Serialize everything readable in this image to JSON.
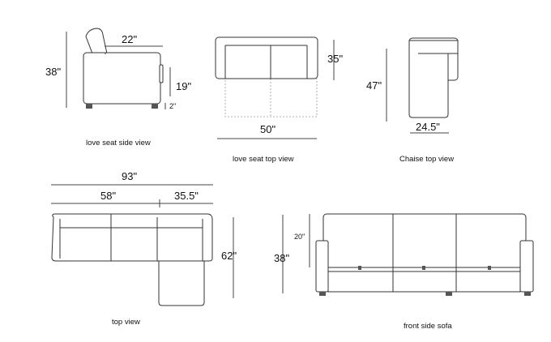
{
  "views": {
    "love_seat_side": {
      "caption": "love seat side view",
      "height": "38\"",
      "depth": "22\"",
      "seat_height": "19\"",
      "leg_height": "2\""
    },
    "love_seat_top": {
      "caption": "love seat top view",
      "depth": "35\"",
      "width": "50\""
    },
    "chaise_top": {
      "caption": "Chaise top view",
      "length": "47\"",
      "width": "24.5\""
    },
    "sectional_top": {
      "caption": "top view",
      "overall_width": "93\"",
      "loveseat_width": "58\"",
      "chaise_width": "35.5\"",
      "depth": "62\""
    },
    "front_sofa": {
      "caption": "front side sofa",
      "height": "38\"",
      "back_height": "20\""
    }
  }
}
